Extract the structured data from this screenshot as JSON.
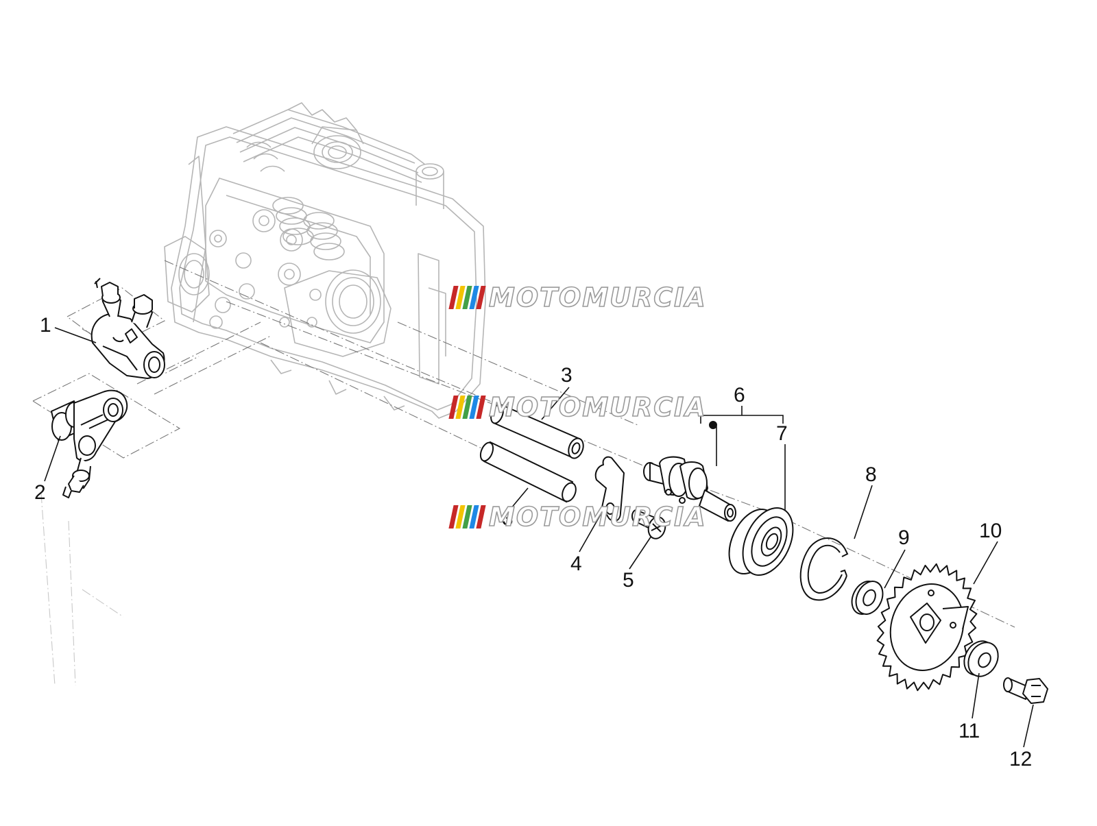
{
  "watermark": {
    "text": "MOTOMURCIA",
    "stripe_colors": [
      "#c62828",
      "#f2c300",
      "#43a047",
      "#1e88e5",
      "#c62828"
    ]
  },
  "callouts": [
    "1",
    "2",
    "3",
    "3",
    "4",
    "5",
    "6",
    "7",
    "8",
    "9",
    "10",
    "11",
    "12"
  ],
  "colors": {
    "line": "#111111",
    "ghost": "#b5b5b5",
    "dash": "#777777"
  }
}
